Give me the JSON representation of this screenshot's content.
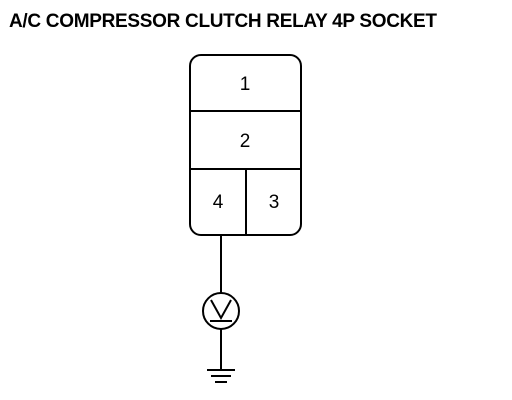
{
  "title": "A/C COMPRESSOR CLUTCH RELAY 4P SOCKET",
  "socket": {
    "terminals": [
      "1",
      "2",
      "4",
      "3"
    ]
  },
  "meter": {
    "icon": "voltmeter-icon",
    "symbol": "V"
  },
  "ground": {
    "icon": "ground-icon"
  }
}
